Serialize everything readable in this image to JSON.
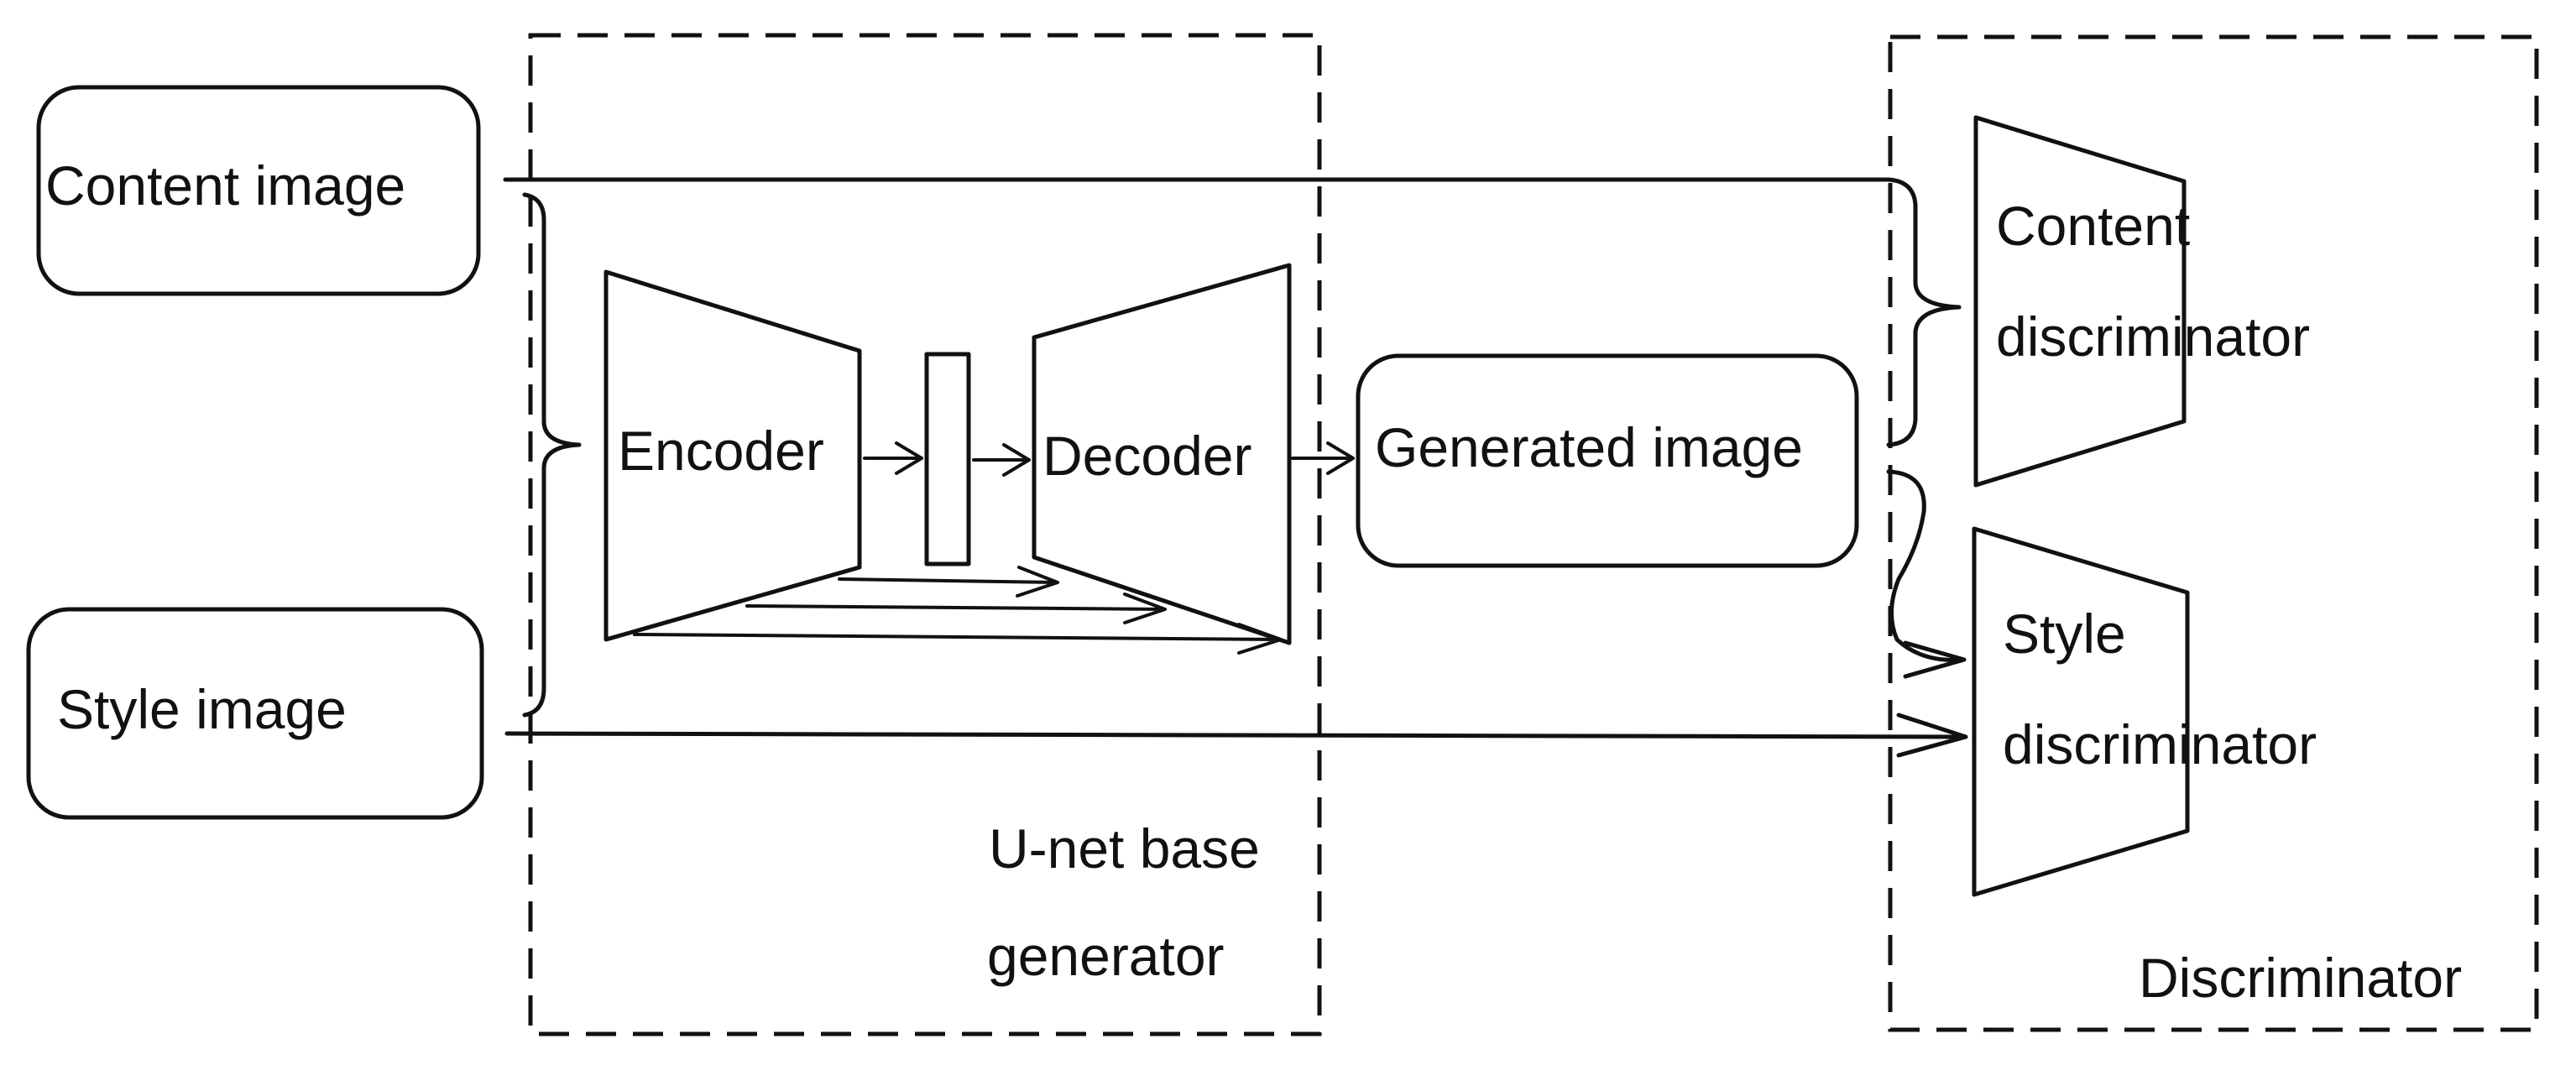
{
  "inputs": {
    "content_image": "Content image",
    "style_image": "Style image"
  },
  "generator": {
    "encoder": "Encoder",
    "decoder": "Decoder",
    "group_label_line1": "U-net base",
    "group_label_line2": "generator"
  },
  "output": {
    "generated_image": "Generated image"
  },
  "discriminator": {
    "content_line1": "Content",
    "content_line2": "discriminator",
    "style_line1": "Style",
    "style_line2": "discriminator",
    "group_label": "Discriminator"
  },
  "colors": {
    "stroke": "#111111",
    "background": "#ffffff"
  }
}
